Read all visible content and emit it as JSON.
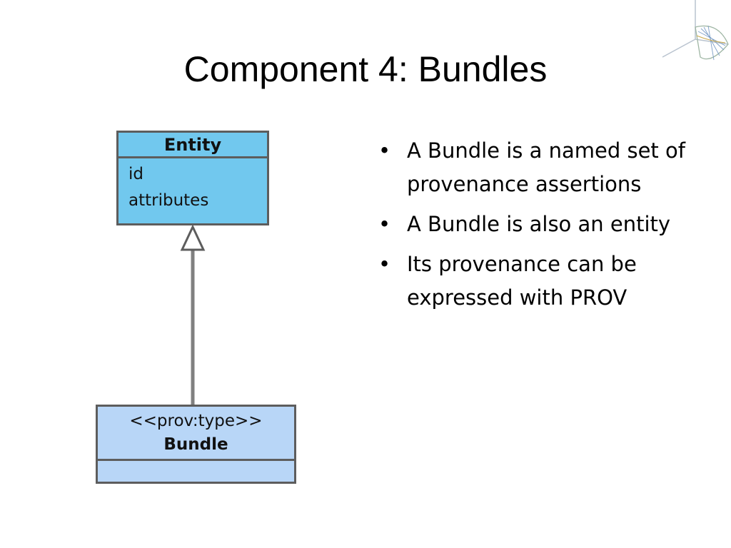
{
  "slide": {
    "title": "Component 4: Bundles"
  },
  "diagram": {
    "entity": {
      "name": "Entity",
      "attributes": [
        "id",
        "attributes"
      ]
    },
    "bundle": {
      "stereotype": "<<prov:type>>",
      "name": "Bundle"
    },
    "relation": "generalization"
  },
  "bullets": [
    "A Bundle is a named set of provenance assertions",
    "A Bundle is also an entity",
    "Its provenance can be expressed with PROV"
  ],
  "bullet_glyph": "•",
  "colors": {
    "entity_fill": "#71c8ee",
    "bundle_fill": "#b8d6f7",
    "border": "#5d5d5d"
  },
  "icons": {
    "logo": "network-logo-icon"
  }
}
